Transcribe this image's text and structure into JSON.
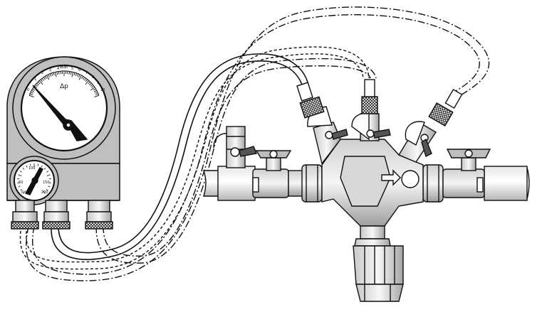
{
  "main_gauge": {
    "unit_label": "Bar",
    "symbol": "Δp",
    "scale_numbers": [
      "0",
      "1",
      "2",
      "3",
      "4",
      "5",
      "6",
      "7",
      "8",
      "9",
      "10"
    ]
  },
  "small_gauge": {
    "scale_numbers": [
      "100",
      "150",
      "200",
      "50",
      "0"
    ]
  },
  "colors": {
    "line": "#111111",
    "body_fill": "#bfbfbf",
    "body_fill_light": "#dcdcdc",
    "face": "#ffffff"
  }
}
